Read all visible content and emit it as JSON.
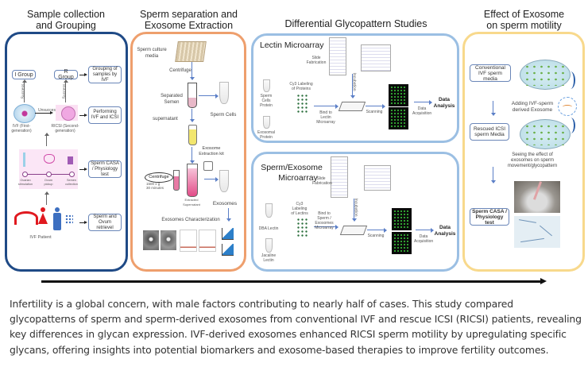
{
  "columns": {
    "col1": {
      "title_line1": "Sample collection",
      "title_line2": "and Grouping",
      "color": "#1f4a86",
      "i_group": "I Group",
      "r_group": "R Group",
      "success_label": "Success",
      "unsuccess_label": "Unsuccess",
      "ivf_label": "IVF (First-generation)",
      "ricsi_label": "RICSI (Second-generation)",
      "step_boxes": [
        "Grouping of samples by IVF",
        "Performing IVF and ICSI",
        "Sperm CASA / Physiology test",
        "Sperm and Ovum retrievel"
      ],
      "timeline_labels": [
        "Ovarian stimulation",
        "Ovum pickup",
        "Semen collection"
      ],
      "patient_label": "IVF Patient"
    },
    "col2": {
      "title_line1": "Sperm separation and",
      "title_line2": "Exosome Extraction",
      "color": "#ee9f6d",
      "culture_media": "Sperm culture media",
      "centrifuge": "Centrifuge",
      "separated_semen": "Separated Semen",
      "sperm_cells": "Sperm Cells",
      "supernatant": "supernatant",
      "extraction_kit": "Exosome Extraction kit",
      "centrifuge_oval": "Centrifuge",
      "centrifuge_params": [
        "1500 x g",
        "30 minutes"
      ],
      "extracted_supernatant": "Extracted Supernatant",
      "exosomes": "Exosomes",
      "characterization": "Exosomes Characterization"
    },
    "col3": {
      "title": "Differential Glycopattern Studies",
      "color": "#9bbfe3",
      "lectin": {
        "heading": "Lectin Microarray",
        "slide_fabrication": "Slide Fabrication",
        "inputs": [
          "Sperm Cells Protein",
          "Exosomal Protein"
        ],
        "labeling": "Cy3 Labeling of Proteins",
        "bind": "Bind to Lectin Microarray",
        "incubation": "Incubation",
        "scanning": "Scanning",
        "acquisition": "Data Acquisition",
        "analysis": "Data Analysis"
      },
      "sperm_exosome": {
        "heading_line1": "Sperm/Exosome",
        "heading_line2": "Microarray",
        "slide_fabrication": "Slide Fabrication",
        "inputs": [
          "DBA Lectin",
          "Jacaline Lectin"
        ],
        "labeling": "Cy3 Labeling of Lectins",
        "bind": "Bind to Sperm / Exosomes Microarray",
        "incubation": "Incubation",
        "scanning": "Scanning",
        "acquisition": "Data Acquisition",
        "analysis": "Data Analysis"
      }
    },
    "col4": {
      "title_line1": "Effect of Exosome",
      "title_line2": "on sperm motility",
      "color": "#f8d98c",
      "conventional": "Conventional IVF sperm media",
      "adding": "Adding IVF-sperm derived Exosome",
      "rescued": "Rescued ICSI sperm Media",
      "seeing": "Seeing the effect of exosomes on sperm movement/glycopattern",
      "casa": "Sperm CASA / Physiology test"
    }
  },
  "abstract": "Infertility is a global concern, with male factors contributing to nearly half of cases. This study compared glycopatterns of sperm and sperm-derived exosomes from conventional IVF and rescue ICSI (RICSI) patients, revealing key differences in glycan expression. IVF-derived exosomes enhanced RICSI sperm motility by upregulating specific glycans, offering insights into potential biomarkers and exosome-based therapies to improve fertility outcomes."
}
